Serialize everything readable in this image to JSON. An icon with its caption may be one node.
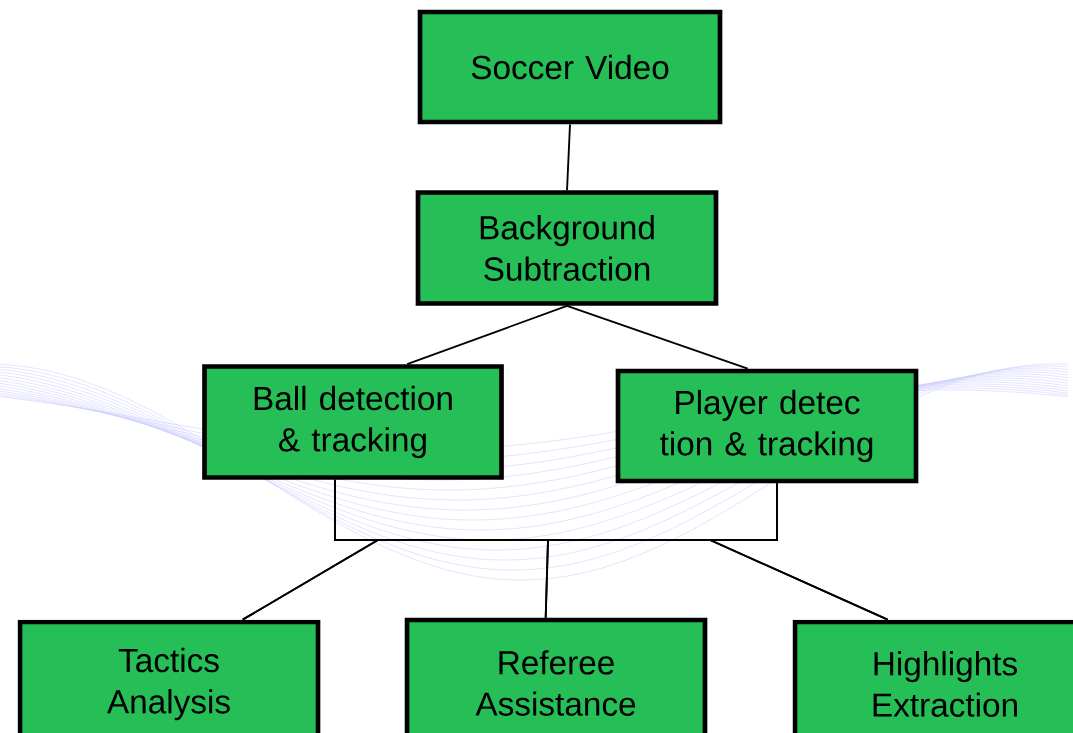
{
  "diagram": {
    "nodes": [
      {
        "text": [
          "Soccer Video"
        ]
      },
      {
        "text": [
          "Background Subtraction"
        ]
      },
      {
        "text": [
          "Ball detection & tracking"
        ]
      },
      {
        "text": [
          "Player detec tion & tracking"
        ]
      },
      {
        "text": [
          "Tactics Analysis"
        ]
      },
      {
        "text": [
          "Referee Assistance"
        ]
      },
      {
        "text": [
          "Highlights Extraction"
        ]
      }
    ],
    "edges": [
      {
        "from": 0,
        "to": 1,
        "arrow": "none"
      },
      {
        "from": 1,
        "to": 2,
        "arrow": "none"
      },
      {
        "from": 1,
        "to": 3,
        "arrow": "none"
      },
      {
        "from": 2,
        "to": 4,
        "arrow": "none"
      },
      {
        "from": 2,
        "to": 5,
        "arrow": "none"
      },
      {
        "from": 2,
        "to": 6,
        "arrow": "none"
      },
      {
        "from": 3,
        "to": 4,
        "arrow": "none"
      },
      {
        "from": 3,
        "to": 5,
        "arrow": "none"
      },
      {
        "from": 3,
        "to": 6,
        "arrow": "none"
      }
    ]
  }
}
